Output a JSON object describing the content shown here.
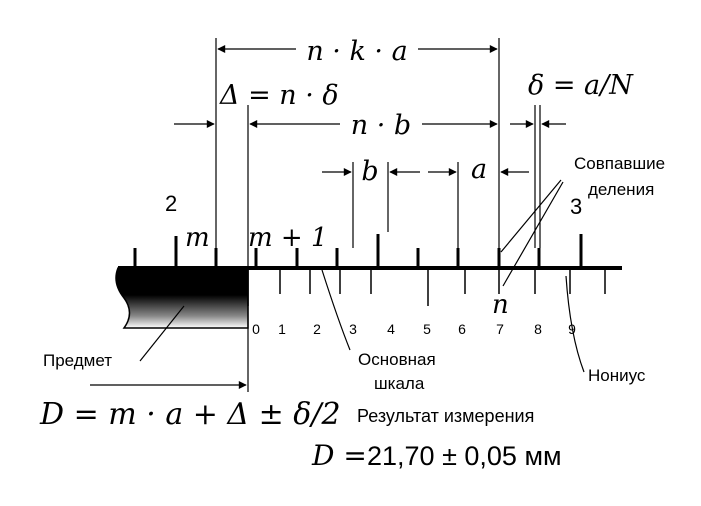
{
  "dimensions": {
    "total": "n · k · a",
    "delta": "Δ = n · δ",
    "nb": "n · b",
    "resolution": "δ = a/N",
    "b": "b",
    "a": "a"
  },
  "labels": {
    "coinciding": [
      "Совпавшие",
      "деления"
    ],
    "main_scale": [
      "Основная",
      "шкала"
    ],
    "vernier": "Нониус",
    "object": "Предмет",
    "result_caption": "Результат измерения",
    "m": "m",
    "m_plus_1": "m + 1",
    "n": "n",
    "mark_2": "2",
    "mark_3": "3"
  },
  "vernier_numbers": [
    "0",
    "1",
    "2",
    "3",
    "4",
    "5",
    "6",
    "7",
    "8",
    "9"
  ],
  "formulas": {
    "general": "D = m · a + Δ ± δ/2",
    "result_var": "D =",
    "result_value": "21,70 ± 0,05 мм"
  },
  "colors": {
    "ink": "#000000",
    "object_dark": "#000000",
    "object_light": "#ffffff"
  }
}
